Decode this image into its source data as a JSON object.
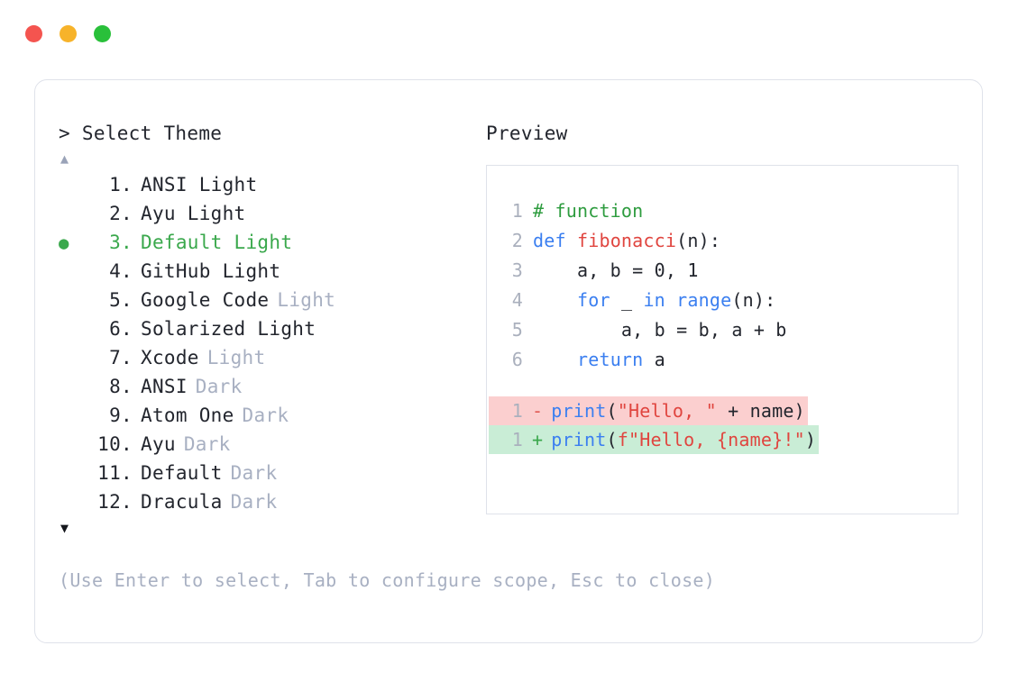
{
  "titlebar": {
    "dots": [
      {
        "name": "close-dot",
        "color": "#f4544f"
      },
      {
        "name": "minimize-dot",
        "color": "#f7b32a"
      },
      {
        "name": "maximize-dot",
        "color": "#29c03a"
      }
    ]
  },
  "selector": {
    "prompt": "> Select Theme",
    "scroll_up": "▲",
    "scroll_down": "▼",
    "selected_index": 3,
    "bullet": "●",
    "items": [
      {
        "index": "1.",
        "name": "ANSI Light",
        "variant": ""
      },
      {
        "index": "2.",
        "name": "Ayu Light",
        "variant": ""
      },
      {
        "index": "3.",
        "name": "Default Light",
        "variant": ""
      },
      {
        "index": "4.",
        "name": "GitHub Light",
        "variant": ""
      },
      {
        "index": "5.",
        "name": "Google Code",
        "variant": "Light"
      },
      {
        "index": "6.",
        "name": "Solarized Light",
        "variant": ""
      },
      {
        "index": "7.",
        "name": "Xcode",
        "variant": "Light"
      },
      {
        "index": "8.",
        "name": "ANSI",
        "variant": "Dark"
      },
      {
        "index": "9.",
        "name": "Atom One",
        "variant": "Dark"
      },
      {
        "index": "10.",
        "name": "Ayu",
        "variant": "Dark"
      },
      {
        "index": "11.",
        "name": "Default",
        "variant": "Dark"
      },
      {
        "index": "12.",
        "name": "Dracula",
        "variant": "Dark"
      }
    ],
    "hint": "(Use Enter to select, Tab to configure scope, Esc to close)"
  },
  "preview": {
    "label": "Preview",
    "code_lines": [
      {
        "no": "1",
        "tokens": [
          {
            "t": "# function",
            "c": "comment"
          }
        ]
      },
      {
        "no": "2",
        "tokens": [
          {
            "t": "def ",
            "c": "keyword"
          },
          {
            "t": "fibonacci",
            "c": "func"
          },
          {
            "t": "(n):",
            "c": "plain"
          }
        ]
      },
      {
        "no": "3",
        "tokens": [
          {
            "t": "    a, b = ",
            "c": "plain"
          },
          {
            "t": "0",
            "c": "number"
          },
          {
            "t": ", ",
            "c": "plain"
          },
          {
            "t": "1",
            "c": "number"
          }
        ]
      },
      {
        "no": "4",
        "tokens": [
          {
            "t": "    ",
            "c": "plain"
          },
          {
            "t": "for",
            "c": "keyword"
          },
          {
            "t": " _ ",
            "c": "plain"
          },
          {
            "t": "in",
            "c": "keyword"
          },
          {
            "t": " ",
            "c": "plain"
          },
          {
            "t": "range",
            "c": "builtin"
          },
          {
            "t": "(n):",
            "c": "plain"
          }
        ]
      },
      {
        "no": "5",
        "tokens": [
          {
            "t": "        a, b = b, a + b",
            "c": "plain"
          }
        ]
      },
      {
        "no": "6",
        "tokens": [
          {
            "t": "    ",
            "c": "plain"
          },
          {
            "t": "return",
            "c": "keyword"
          },
          {
            "t": " a",
            "c": "plain"
          }
        ]
      }
    ],
    "diff_lines": [
      {
        "no": "1",
        "kind": "removed",
        "marker": "-",
        "tokens": [
          {
            "t": "print",
            "c": "builtin"
          },
          {
            "t": "(",
            "c": "plain"
          },
          {
            "t": "\"Hello, \"",
            "c": "string"
          },
          {
            "t": " + name)",
            "c": "plain"
          }
        ]
      },
      {
        "no": "1",
        "kind": "added",
        "marker": "+",
        "tokens": [
          {
            "t": "print",
            "c": "builtin"
          },
          {
            "t": "(",
            "c": "plain"
          },
          {
            "t": "f\"Hello, {name}!\"",
            "c": "string"
          },
          {
            "t": ")",
            "c": "plain"
          }
        ]
      }
    ]
  }
}
